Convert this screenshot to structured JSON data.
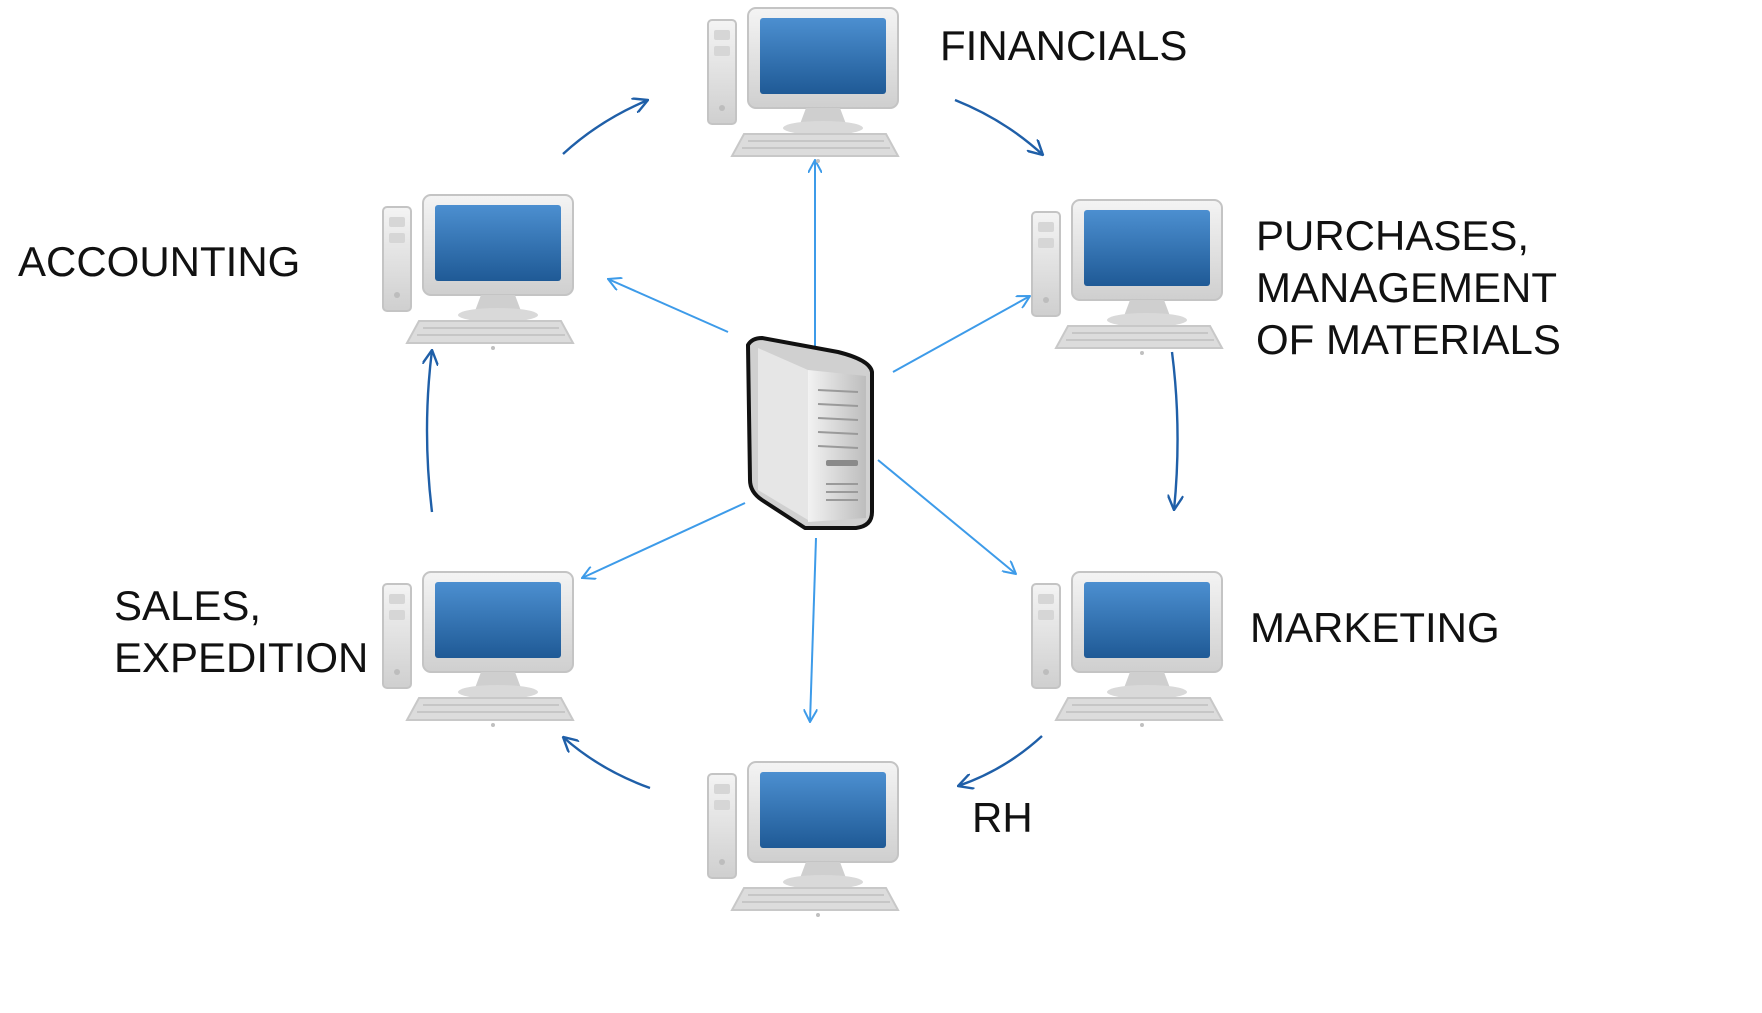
{
  "hub": {
    "icon": "server-tower-icon"
  },
  "nodes": [
    {
      "id": "financials",
      "icon": "desktop-computer-icon",
      "lines": [
        "FINANCIALS"
      ]
    },
    {
      "id": "purchases",
      "icon": "desktop-computer-icon",
      "lines": [
        "PURCHASES,",
        "MANAGEMENT",
        "OF MATERIALS"
      ]
    },
    {
      "id": "marketing",
      "icon": "desktop-computer-icon",
      "lines": [
        "MARKETING"
      ]
    },
    {
      "id": "rh",
      "icon": "desktop-computer-icon",
      "lines": [
        "RH"
      ]
    },
    {
      "id": "sales",
      "icon": "desktop-computer-icon",
      "lines": [
        "SALES,",
        "EXPEDITION"
      ]
    },
    {
      "id": "accounting",
      "icon": "desktop-computer-icon",
      "lines": [
        "ACCOUNTING"
      ]
    }
  ],
  "edges": {
    "hub_to_node": [
      "financials",
      "purchases",
      "marketing",
      "rh",
      "sales",
      "accounting"
    ],
    "cycle": [
      [
        "accounting",
        "financials"
      ],
      [
        "financials",
        "purchases"
      ],
      [
        "purchases",
        "marketing"
      ],
      [
        "marketing",
        "rh"
      ],
      [
        "rh",
        "sales"
      ],
      [
        "sales",
        "accounting"
      ]
    ]
  },
  "colors": {
    "spoke_arrow": "#3d9be9",
    "cycle_arrow": "#1f5fa8",
    "screen": "#2f6fb0",
    "computer_body": "#e4e4e4",
    "server_body": "#dcdcdc",
    "text": "#111111"
  }
}
